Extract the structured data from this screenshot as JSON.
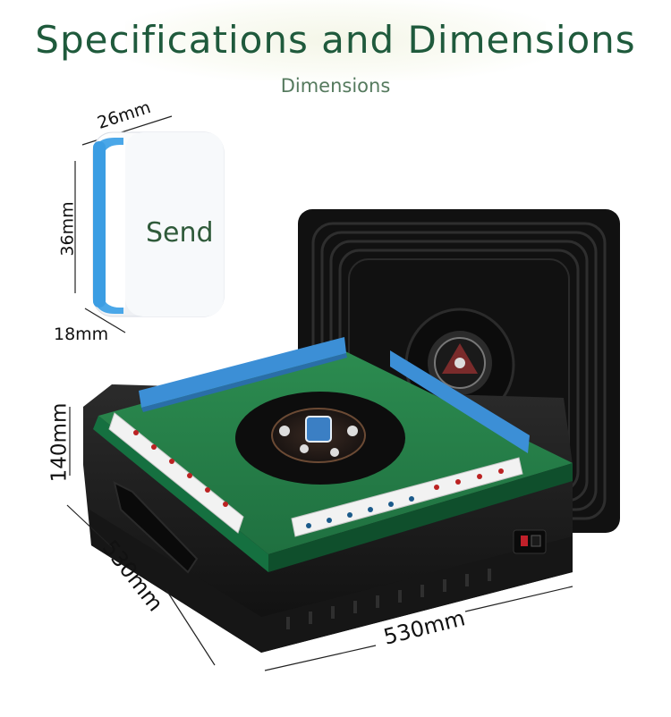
{
  "header": {
    "title": "Specifications and Dimensions",
    "subtitle": "Dimensions"
  },
  "tile": {
    "label": "Send",
    "width_label": "26mm",
    "height_label": "36mm",
    "depth_label": "18mm"
  },
  "table": {
    "height_label": "140mm",
    "depth_label": "530mm",
    "width_label": "530mm"
  }
}
